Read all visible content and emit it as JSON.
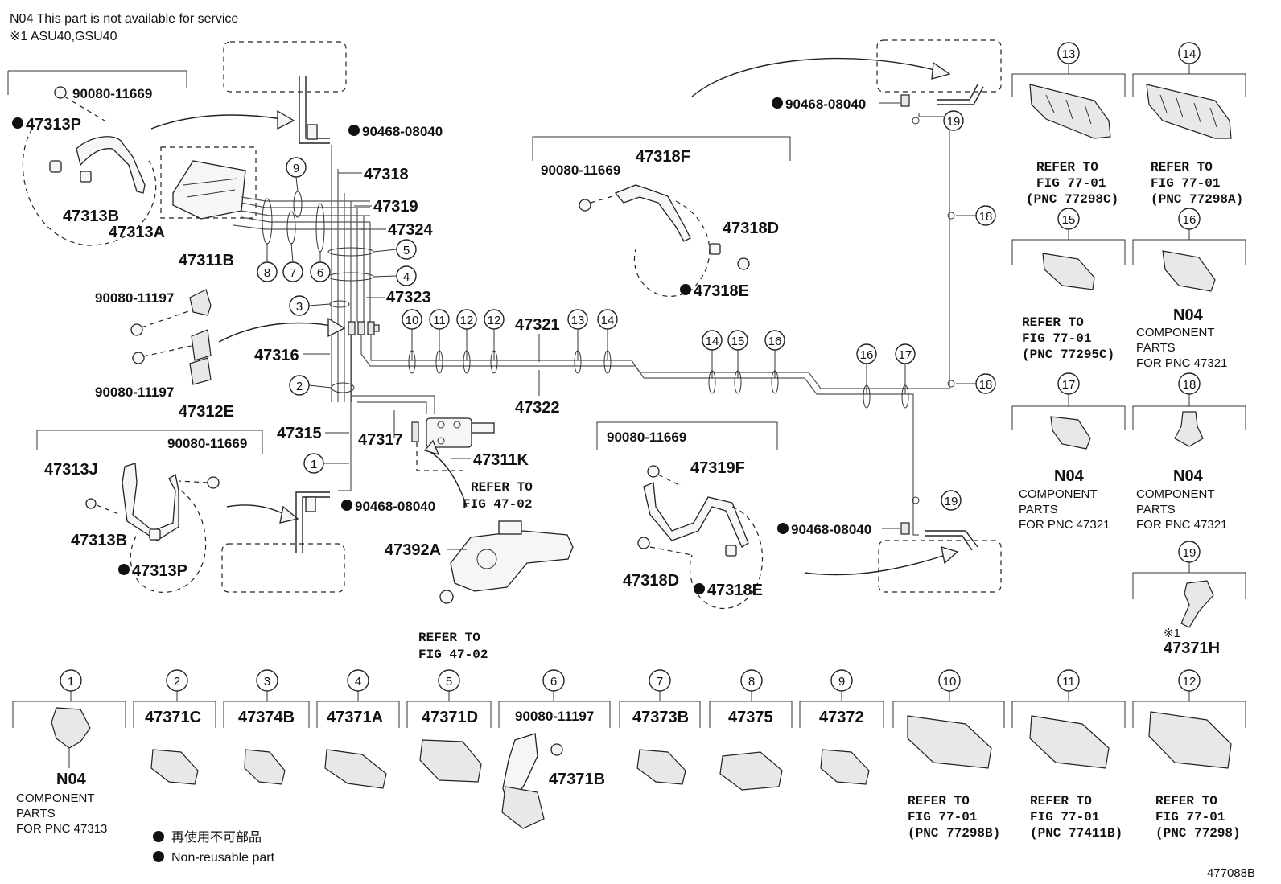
{
  "notes": {
    "line1": "N04 This part is not available for service",
    "line2": "※1 ASU40,GSU40"
  },
  "legend": {
    "jp": "再使用不可部品",
    "en": "Non-reusable part"
  },
  "figure_id": "477088B",
  "labels": {
    "p90080_11669_a": "90080-11669",
    "p47313P_a": "47313P",
    "p47313B_a": "47313B",
    "p47313A": "47313A",
    "p90468_08040_a": "90468-08040",
    "p47318": "47318",
    "p47319": "47319",
    "p47324": "47324",
    "p47323": "47323",
    "p47311B": "47311B",
    "p90080_11197_a": "90080-11197",
    "p90080_11197_b": "90080-11197",
    "p47316": "47316",
    "p47312E": "47312E",
    "p47315": "47315",
    "p47317": "47317",
    "p47311K": "47311K",
    "p47321": "47321",
    "p47322": "47322",
    "p90080_11669_b": "90080-11669",
    "p47318F": "47318F",
    "p47318D_a": "47318D",
    "p47318E_a": "47318E",
    "p90468_08040_b": "90468-08040",
    "p90080_11669_c": "90080-11669",
    "p47313J": "47313J",
    "p47313B_b": "47313B",
    "p47313P_b": "47313P",
    "p90468_08040_c": "90468-08040",
    "p47392A": "47392A",
    "p90080_11669_d": "90080-11669",
    "p47319F": "47319F",
    "p90468_08040_d": "90468-08040",
    "p47318D_b": "47318D",
    "p47318E_b": "47318E",
    "p47371H": "47371H",
    "star1": "※1"
  },
  "refs": {
    "fig4702_a": [
      "REFER TO",
      "FIG 47-02"
    ],
    "fig4702_b": [
      "REFER TO",
      "FIG 47-02"
    ],
    "r13": [
      "REFER TO",
      "FIG 77-01",
      "(PNC 77298C)"
    ],
    "r14": [
      "REFER TO",
      "FIG 77-01",
      "(PNC 77298A)"
    ],
    "r15": [
      "REFER TO",
      "FIG 77-01",
      "(PNC 77295C)"
    ],
    "r10": [
      "REFER TO",
      "FIG 77-01",
      "(PNC 77298B)"
    ],
    "r11": [
      "REFER TO",
      "FIG 77-01",
      "(PNC 77411B)"
    ],
    "r12": [
      "REFER TO",
      "FIG 77-01",
      "(PNC 77298)"
    ]
  },
  "n04": {
    "n16": [
      "N04",
      "COMPONENT",
      "PARTS",
      "FOR PNC 47321"
    ],
    "n17": [
      "N04",
      "COMPONENT",
      "PARTS",
      "FOR PNC 47321"
    ],
    "n18": [
      "N04",
      "COMPONENT",
      "PARTS",
      "FOR PNC 47321"
    ],
    "n1": [
      "N04",
      "COMPONENT",
      "PARTS",
      "FOR PNC 47313"
    ]
  },
  "bottom_parts": {
    "b2": "47371C",
    "b3": "47374B",
    "b4": "47371A",
    "b5": "47371D",
    "b6a": "90080-11197",
    "b6b": "47371B",
    "b7": "47373B",
    "b8": "47375",
    "b9": "47372"
  },
  "callouts": [
    "1",
    "2",
    "3",
    "4",
    "5",
    "6",
    "7",
    "8",
    "9",
    "10",
    "11",
    "12",
    "13",
    "14",
    "15",
    "16",
    "17",
    "18",
    "19"
  ]
}
